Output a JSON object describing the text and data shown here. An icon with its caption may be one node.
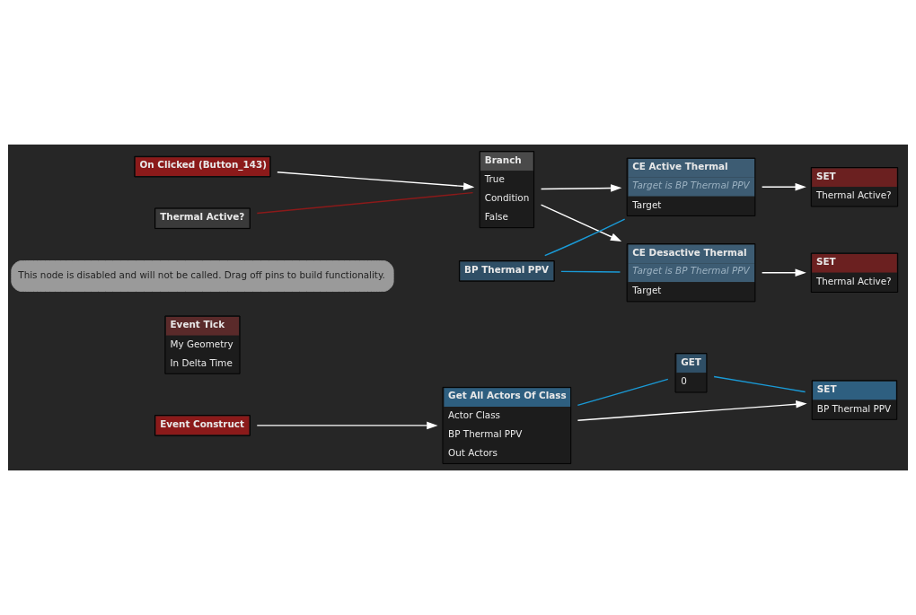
{
  "diagram": {
    "nodes": [
      {
        "text": [
          "Event Construct"
        ]
      },
      {
        "text": [
          "Get All Actors Of Class",
          "Actor Class",
          "BP Thermal PPV",
          "Out Actors"
        ]
      },
      {
        "text": [
          "GET",
          "0"
        ]
      },
      {
        "text": [
          "SET",
          "BP Thermal PPV"
        ]
      },
      {
        "text": [
          "Event Tick",
          "My Geometry",
          "In Delta Time"
        ],
        "beside": [
          "This node is disabled and will not be called. Drag off pins to build functionality."
        ]
      },
      {
        "text": [
          "On Clicked (Button_143)"
        ]
      },
      {
        "text": [
          "Branch",
          "True",
          "Condition",
          "False"
        ]
      },
      {
        "text": [
          "Thermal Active?"
        ]
      },
      {
        "text": [
          "CE Active Thermal",
          "Target is BP Thermal PPV",
          "Target"
        ]
      },
      {
        "text": [
          "SET",
          "Thermal Active?"
        ]
      },
      {
        "text": [
          "CE Desactive Thermal",
          "Target is BP Thermal PPV",
          "Target"
        ]
      },
      {
        "text": [
          "BP Thermal PPV"
        ]
      },
      {
        "text": [
          "SET",
          "Thermal Active?"
        ]
      }
    ],
    "edges": [
      {
        "from": 0,
        "to": 1,
        "arrow": "to"
      },
      {
        "from": 1,
        "to": 3,
        "arrow": "to"
      },
      {
        "from": 1,
        "to": 2,
        "arrow": "none",
        "color": "#1a9ad6"
      },
      {
        "from": 2,
        "to": 3,
        "arrow": "none",
        "color": "#1a9ad6"
      },
      {
        "from": 5,
        "to": 6,
        "arrow": "to"
      },
      {
        "from": 7,
        "to": 6,
        "arrow": "none",
        "color": "#8b1a1a"
      },
      {
        "from": 6,
        "to": 10,
        "arrow": "to"
      },
      {
        "from": 6,
        "to": 8,
        "arrow": "to"
      },
      {
        "from": 8,
        "to": 9,
        "arrow": "to"
      },
      {
        "from": 10,
        "to": 12,
        "arrow": "to"
      },
      {
        "from": 11,
        "to": 8,
        "arrow": "none",
        "color": "#1a9ad6"
      },
      {
        "from": 11,
        "to": 10,
        "arrow": "none",
        "color": "#1a9ad6"
      }
    ]
  }
}
